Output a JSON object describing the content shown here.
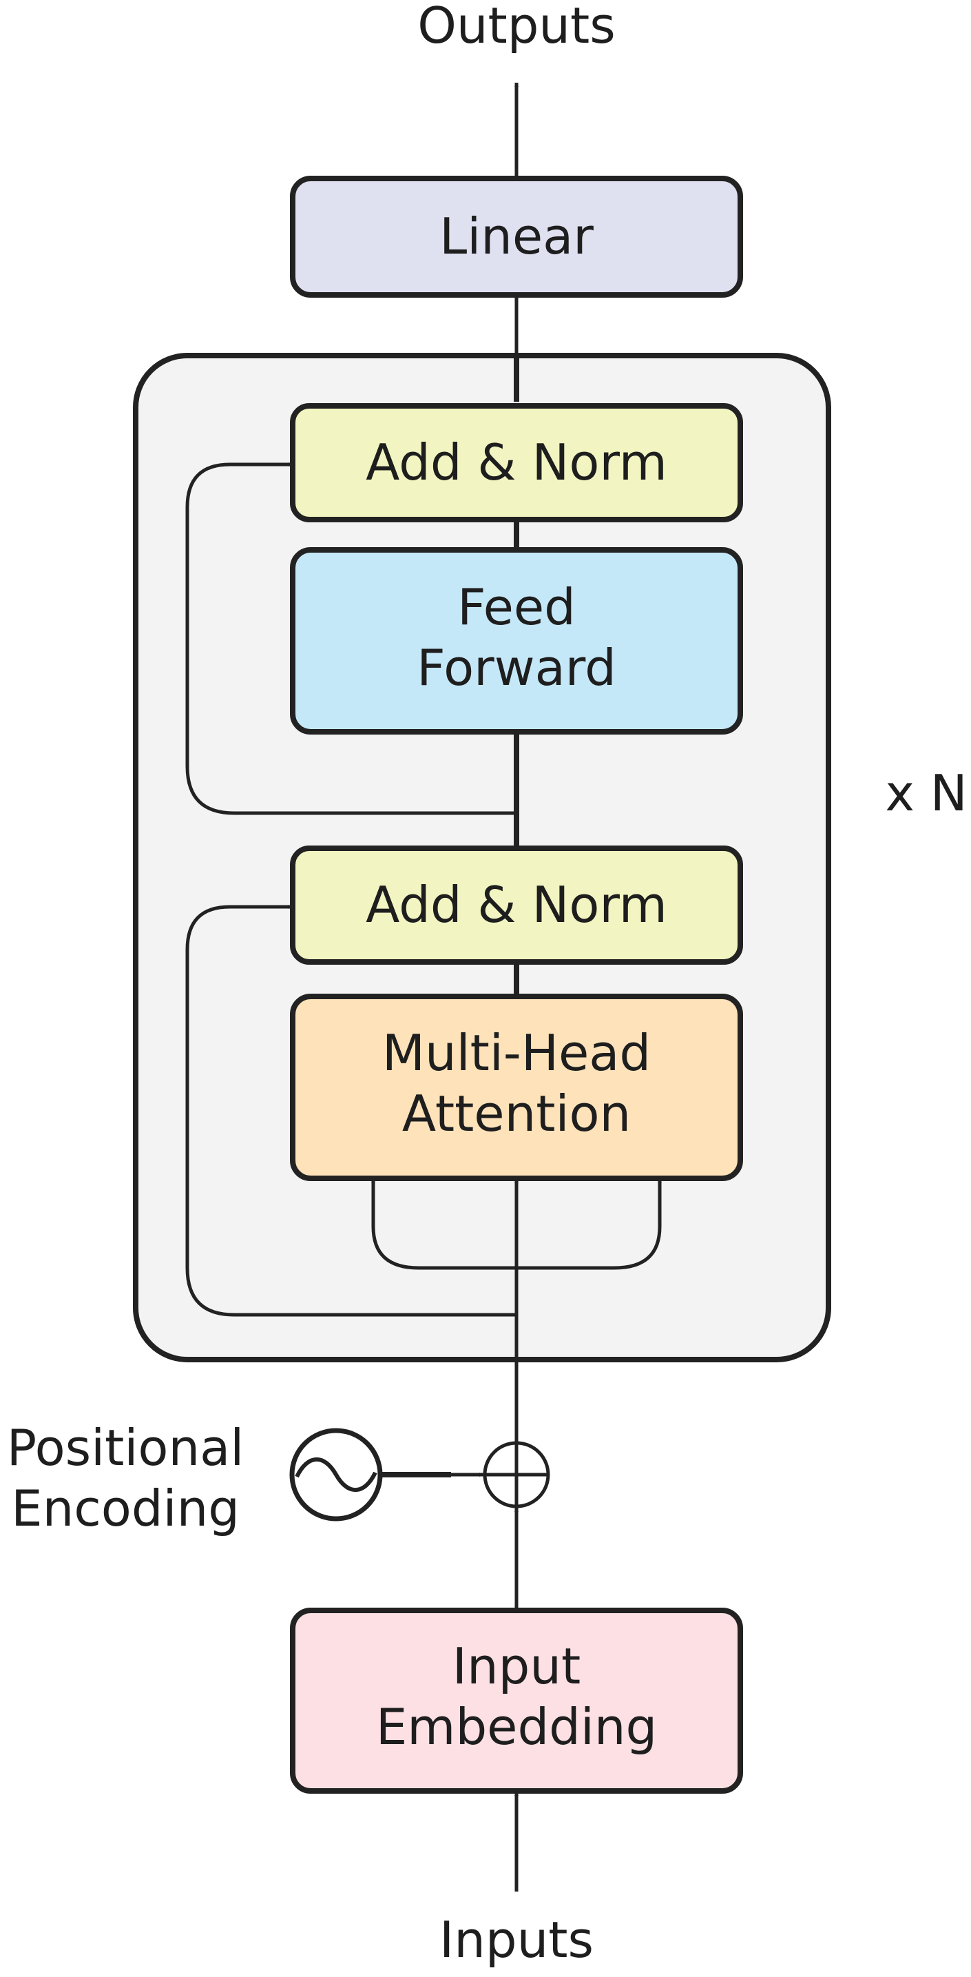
{
  "io": {
    "outputs": "Outputs",
    "inputs": "Inputs"
  },
  "blocks": {
    "linear": "Linear",
    "add_norm_top": "Add & Norm",
    "feed_forward": [
      "Feed",
      "Forward"
    ],
    "add_norm_bottom": "Add & Norm",
    "multi_head_attention": [
      "Multi-Head",
      "Attention"
    ],
    "input_embedding": [
      "Input",
      "Embedding"
    ]
  },
  "stack_repeat": "x N",
  "positional_encoding": [
    "Positional",
    "Encoding"
  ],
  "colors": {
    "stroke": "#222222",
    "stack_background": "#f3f3f3",
    "linear": "#dfe1f1",
    "add_norm": "#f2f5c1",
    "feed_forward": "#c5e8f8",
    "multi_head_attention": "#fde2ba",
    "input_embedding": "#fde0e4"
  }
}
